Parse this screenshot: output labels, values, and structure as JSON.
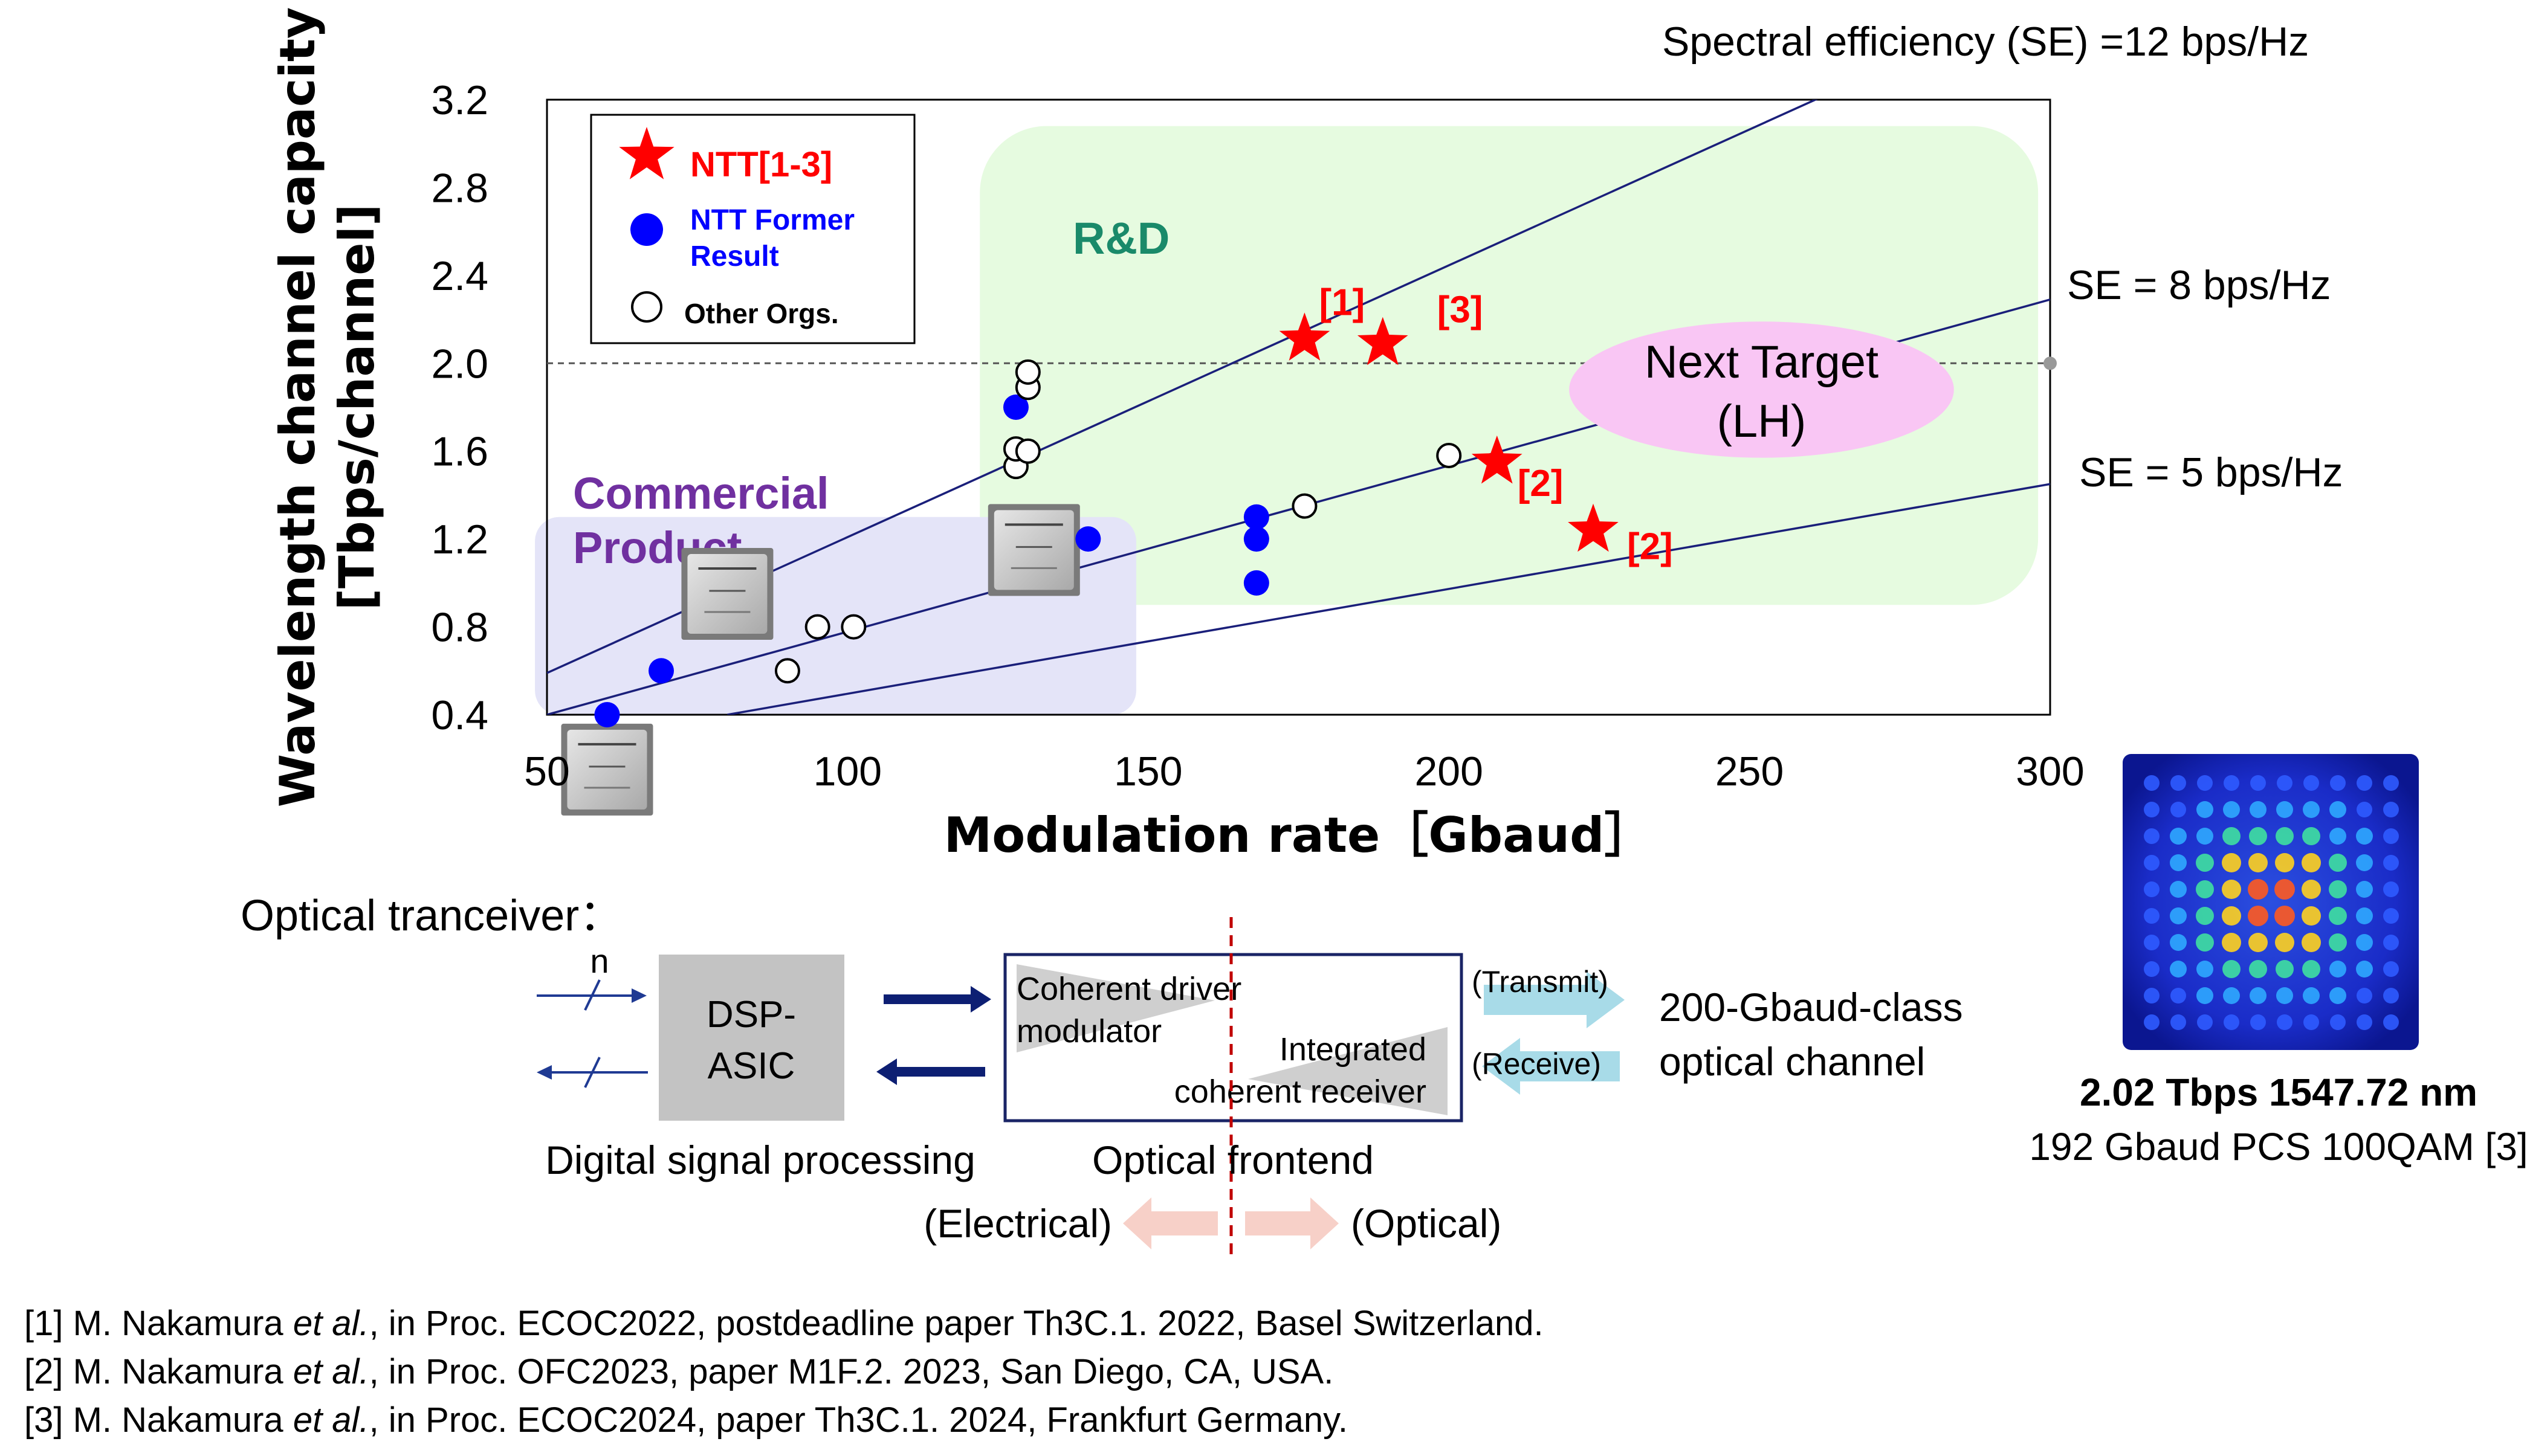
{
  "chart_data": {
    "type": "scatter",
    "xlabel": "Modulation rate［Gbaud］",
    "ylabel_line1": "Wavelength channel capacity",
    "ylabel_line2": "[Tbps/channel]",
    "xlim": [
      50,
      300
    ],
    "ylim": [
      0.4,
      3.2
    ],
    "x_ticks": [
      {
        "value": 50,
        "label": "50"
      },
      {
        "value": 100,
        "label": "100"
      },
      {
        "value": 150,
        "label": "150"
      },
      {
        "value": 200,
        "label": "200"
      },
      {
        "value": 250,
        "label": "250"
      },
      {
        "value": 300,
        "label": "300"
      }
    ],
    "y_ticks": [
      {
        "value": 0.4,
        "label": "0.4"
      },
      {
        "value": 0.8,
        "label": "0.8"
      },
      {
        "value": 1.2,
        "label": "1.2"
      },
      {
        "value": 1.6,
        "label": "1.6"
      },
      {
        "value": 2.0,
        "label": "2.0"
      },
      {
        "value": 2.4,
        "label": "2.4"
      },
      {
        "value": 2.8,
        "label": "2.8"
      },
      {
        "value": 3.2,
        "label": "3.2"
      }
    ],
    "reference_line_y": 2.0,
    "se_lines": [
      {
        "label": "Spectral efficiency (SE) =12 bps/Hz",
        "x0": 50,
        "y0": 0.59,
        "x1": 265,
        "y1": 3.25
      },
      {
        "label": "SE =  8 bps/Hz",
        "x0": 50,
        "y0": 0.4,
        "x1": 300,
        "y1": 2.29
      },
      {
        "label": "SE = 5 bps/Hz",
        "x0": 80,
        "y0": 0.4,
        "x1": 300,
        "y1": 1.45
      }
    ],
    "regions": [
      {
        "label_lines": [
          "R&D"
        ],
        "color": "#e6fbe0",
        "text_color": "#1a8a6a",
        "x0": 122,
        "y0": 0.9,
        "x1": 298,
        "y1": 3.08
      },
      {
        "label_lines": [
          "Commercial",
          "Product"
        ],
        "color": "#e4e4f8",
        "text_color": "#7030a0",
        "x0": 48,
        "y0": 0.4,
        "x1": 148,
        "y1": 1.3
      }
    ],
    "next_target": {
      "line1": "Next Target",
      "line2": "(LH)",
      "cx": 252,
      "cy": 1.88,
      "rx": 32,
      "ry": 0.31,
      "color": "#f9c6f4"
    },
    "series": [
      {
        "name": "NTT[1-3]",
        "marker": "star",
        "color": "#ff0000",
        "points": [
          {
            "x": 176,
            "y": 2.11,
            "label": "[1]"
          },
          {
            "x": 189,
            "y": 2.09,
            "label": "[3]"
          },
          {
            "x": 208,
            "y": 1.55,
            "label": "[2]"
          },
          {
            "x": 224,
            "y": 1.24,
            "label": "[2]"
          }
        ]
      },
      {
        "name": "NTT Former Result",
        "marker": "filled-circle",
        "color": "#0000ff",
        "points": [
          {
            "x": 60,
            "y": 0.4
          },
          {
            "x": 69,
            "y": 0.6
          },
          {
            "x": 128,
            "y": 1.8
          },
          {
            "x": 140,
            "y": 1.2
          },
          {
            "x": 168,
            "y": 1.3
          },
          {
            "x": 168,
            "y": 1.2
          },
          {
            "x": 168,
            "y": 1.0
          }
        ]
      },
      {
        "name": "Other  Orgs.",
        "marker": "open-circle",
        "color": "#000000",
        "points": [
          {
            "x": 90,
            "y": 0.6
          },
          {
            "x": 95,
            "y": 0.8
          },
          {
            "x": 101,
            "y": 0.8
          },
          {
            "x": 128,
            "y": 1.53
          },
          {
            "x": 128,
            "y": 1.61
          },
          {
            "x": 130,
            "y": 1.6
          },
          {
            "x": 130,
            "y": 1.89
          },
          {
            "x": 130,
            "y": 1.96
          },
          {
            "x": 176,
            "y": 1.35
          },
          {
            "x": 200,
            "y": 1.58
          }
        ]
      }
    ],
    "legend": {
      "position": "top-left",
      "entries": [
        {
          "label": "NTT[1-3]",
          "color": "#ff0000",
          "marker": "star"
        },
        {
          "label_lines": [
            "NTT Former",
            "Result"
          ],
          "color": "#0000ff",
          "marker": "filled-circle"
        },
        {
          "label": "Other  Orgs.",
          "color": "#000000",
          "marker": "open-circle"
        }
      ]
    },
    "chip_images": [
      {
        "x": 80,
        "y": 0.95,
        "name": "chip-image-1"
      },
      {
        "x": 60,
        "y": 0.15,
        "name": "chip-image-2"
      },
      {
        "x": 131,
        "y": 1.15,
        "name": "chip-image-3"
      }
    ]
  },
  "transceiver": {
    "title": "Optical tranceiver：",
    "n_label": "n",
    "dsp_line1": "DSP-",
    "dsp_line2": "ASIC",
    "dsp_caption": "Digital signal processing",
    "driver_line1": "Coherent driver",
    "driver_line2": "modulator",
    "receiver_line1": "Integrated",
    "receiver_line2": "coherent receiver",
    "frontend_caption": "Optical frontend",
    "transmit": "(Transmit)",
    "receive": "(Receive)",
    "channel_line1": "200-Gbaud-class",
    "channel_line2": "optical channel",
    "electrical": "(Electrical)",
    "optical": "(Optical)"
  },
  "constellation": {
    "caption_bold": "2.02 Tbps 1547.72 nm",
    "caption": "192 Gbaud PCS 100QAM [3]"
  },
  "references": [
    {
      "prefix": "[1] M. Nakamura ",
      "etal": "et al.",
      "rest": ", in Proc. ECOC2022, postdeadline paper Th3C.1. 2022, Basel Switzerland."
    },
    {
      "prefix": "[2] M. Nakamura ",
      "etal": "et al.",
      "rest": ", in Proc. OFC2023, paper M1F.2. 2023, San Diego, CA, USA."
    },
    {
      "prefix": "[3] M. Nakamura ",
      "etal": "et al.",
      "rest": ", in Proc. ECOC2024, paper Th3C.1. 2024, Frankfurt Germany."
    }
  ]
}
